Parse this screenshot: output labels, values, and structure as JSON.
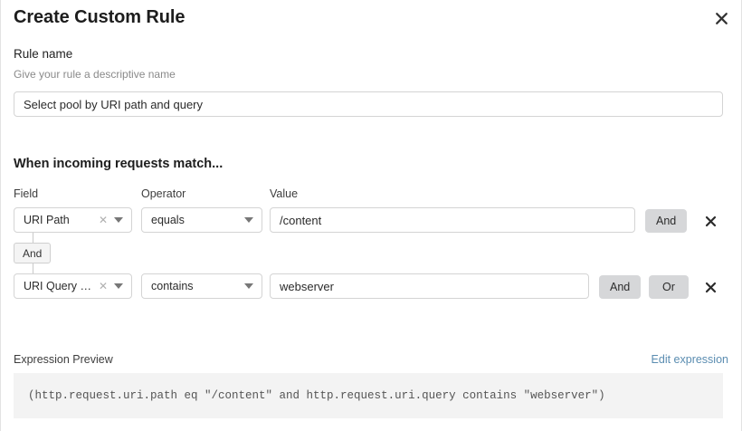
{
  "dialog": {
    "title": "Create Custom Rule",
    "close_icon": "close-icon"
  },
  "rule_name": {
    "label": "Rule name",
    "help": "Give your rule a descriptive name",
    "value": "Select pool by URI path and query",
    "placeholder": "Give your rule a descriptive name"
  },
  "match_section": {
    "heading": "When incoming requests match...",
    "columns": {
      "field": "Field",
      "operator": "Operator",
      "value": "Value"
    },
    "group_connector": "And",
    "rows": [
      {
        "field": "URI Path",
        "operator": "equals",
        "value": "/content",
        "clear_icon": "close-small-icon",
        "caret_icon": "chevron-down-icon",
        "delete_icon": "close-icon",
        "buttons": [
          "And"
        ]
      },
      {
        "field": "URI Query St...",
        "operator": "contains",
        "value": "webserver",
        "clear_icon": "close-small-icon",
        "caret_icon": "chevron-down-icon",
        "delete_icon": "close-icon",
        "buttons": [
          "And",
          "Or"
        ]
      }
    ]
  },
  "expression": {
    "label": "Expression Preview",
    "edit_link": "Edit expression",
    "code": "(http.request.uri.path eq \"/content\" and http.request.uri.query contains \"webserver\")"
  },
  "colors": {
    "link": "#5b8db1",
    "pill_bg": "#d6d7d9",
    "code_bg": "#f3f3f3",
    "border": "#d4d4d4"
  }
}
